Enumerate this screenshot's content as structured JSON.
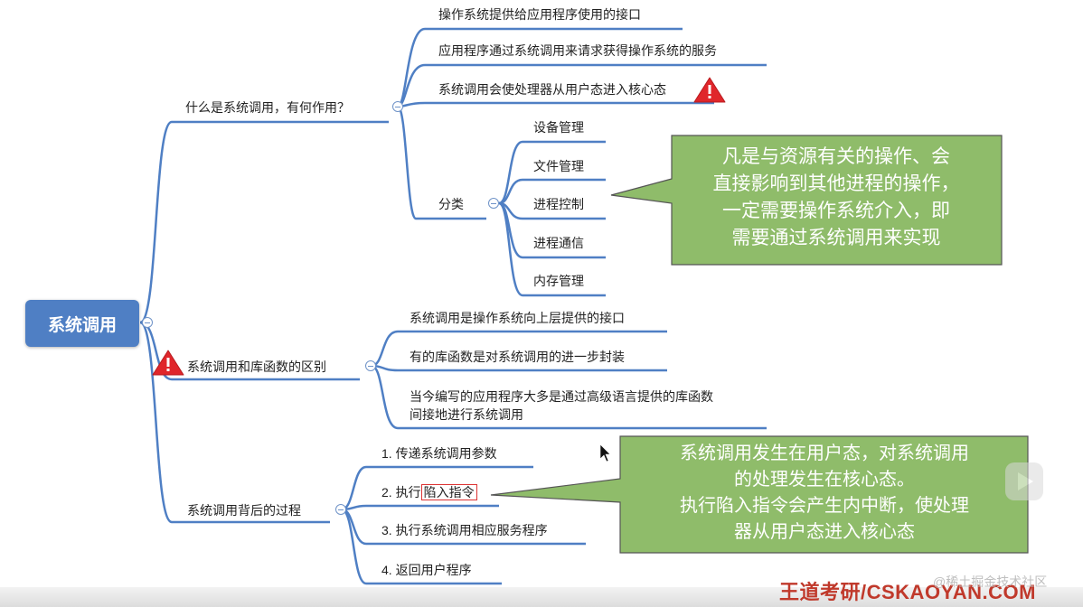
{
  "root": {
    "label": "系统调用"
  },
  "branches": [
    {
      "label": "什么是系统调用，有何作用？",
      "children": [
        {
          "label": "操作系统提供给应用程序使用的接口"
        },
        {
          "label": "应用程序通过系统调用来请求获得操作系统的服务"
        },
        {
          "label": "系统调用会使处理器从用户态进入核心态"
        },
        {
          "label": "分类",
          "children": [
            {
              "label": "设备管理"
            },
            {
              "label": "文件管理"
            },
            {
              "label": "进程控制"
            },
            {
              "label": "进程通信"
            },
            {
              "label": "内存管理"
            }
          ]
        }
      ]
    },
    {
      "label": "系统调用和库函数的区别",
      "children": [
        {
          "label": "系统调用是操作系统向上层提供的接口"
        },
        {
          "label": "有的库函数是对系统调用的进一步封装"
        },
        {
          "label_line1": "当今编写的应用程序大多是通过高级语言提供的库函数",
          "label_line2": "间接地进行系统调用"
        }
      ]
    },
    {
      "label": "系统调用背后的过程",
      "children": [
        {
          "label": "1. 传递系统调用参数"
        },
        {
          "prefix": "2. 执行",
          "boxed": "陷入指令"
        },
        {
          "label": "3. 执行系统调用相应服务程序"
        },
        {
          "label": "4. 返回用户程序"
        }
      ]
    }
  ],
  "callouts": [
    {
      "lines": [
        "凡是与资源有关的操作、会",
        "直接影响到其他进程的操作，",
        "一定需要操作系统介入，即",
        "需要通过系统调用来实现"
      ]
    },
    {
      "lines": [
        "系统调用发生在用户态，对系统调用",
        "的处理发生在核心态。",
        "执行陷入指令会产生内中断，使处理",
        "器从用户态进入核心态"
      ]
    }
  ],
  "watermark": "王道考研/CSKAOYAN.COM",
  "juejin": "@稀土掘金技术社区",
  "colors": {
    "line": "#4f7fc4",
    "callout_fill": "#8fbc6a",
    "callout_border": "#555555",
    "warning": "#e0262b"
  }
}
